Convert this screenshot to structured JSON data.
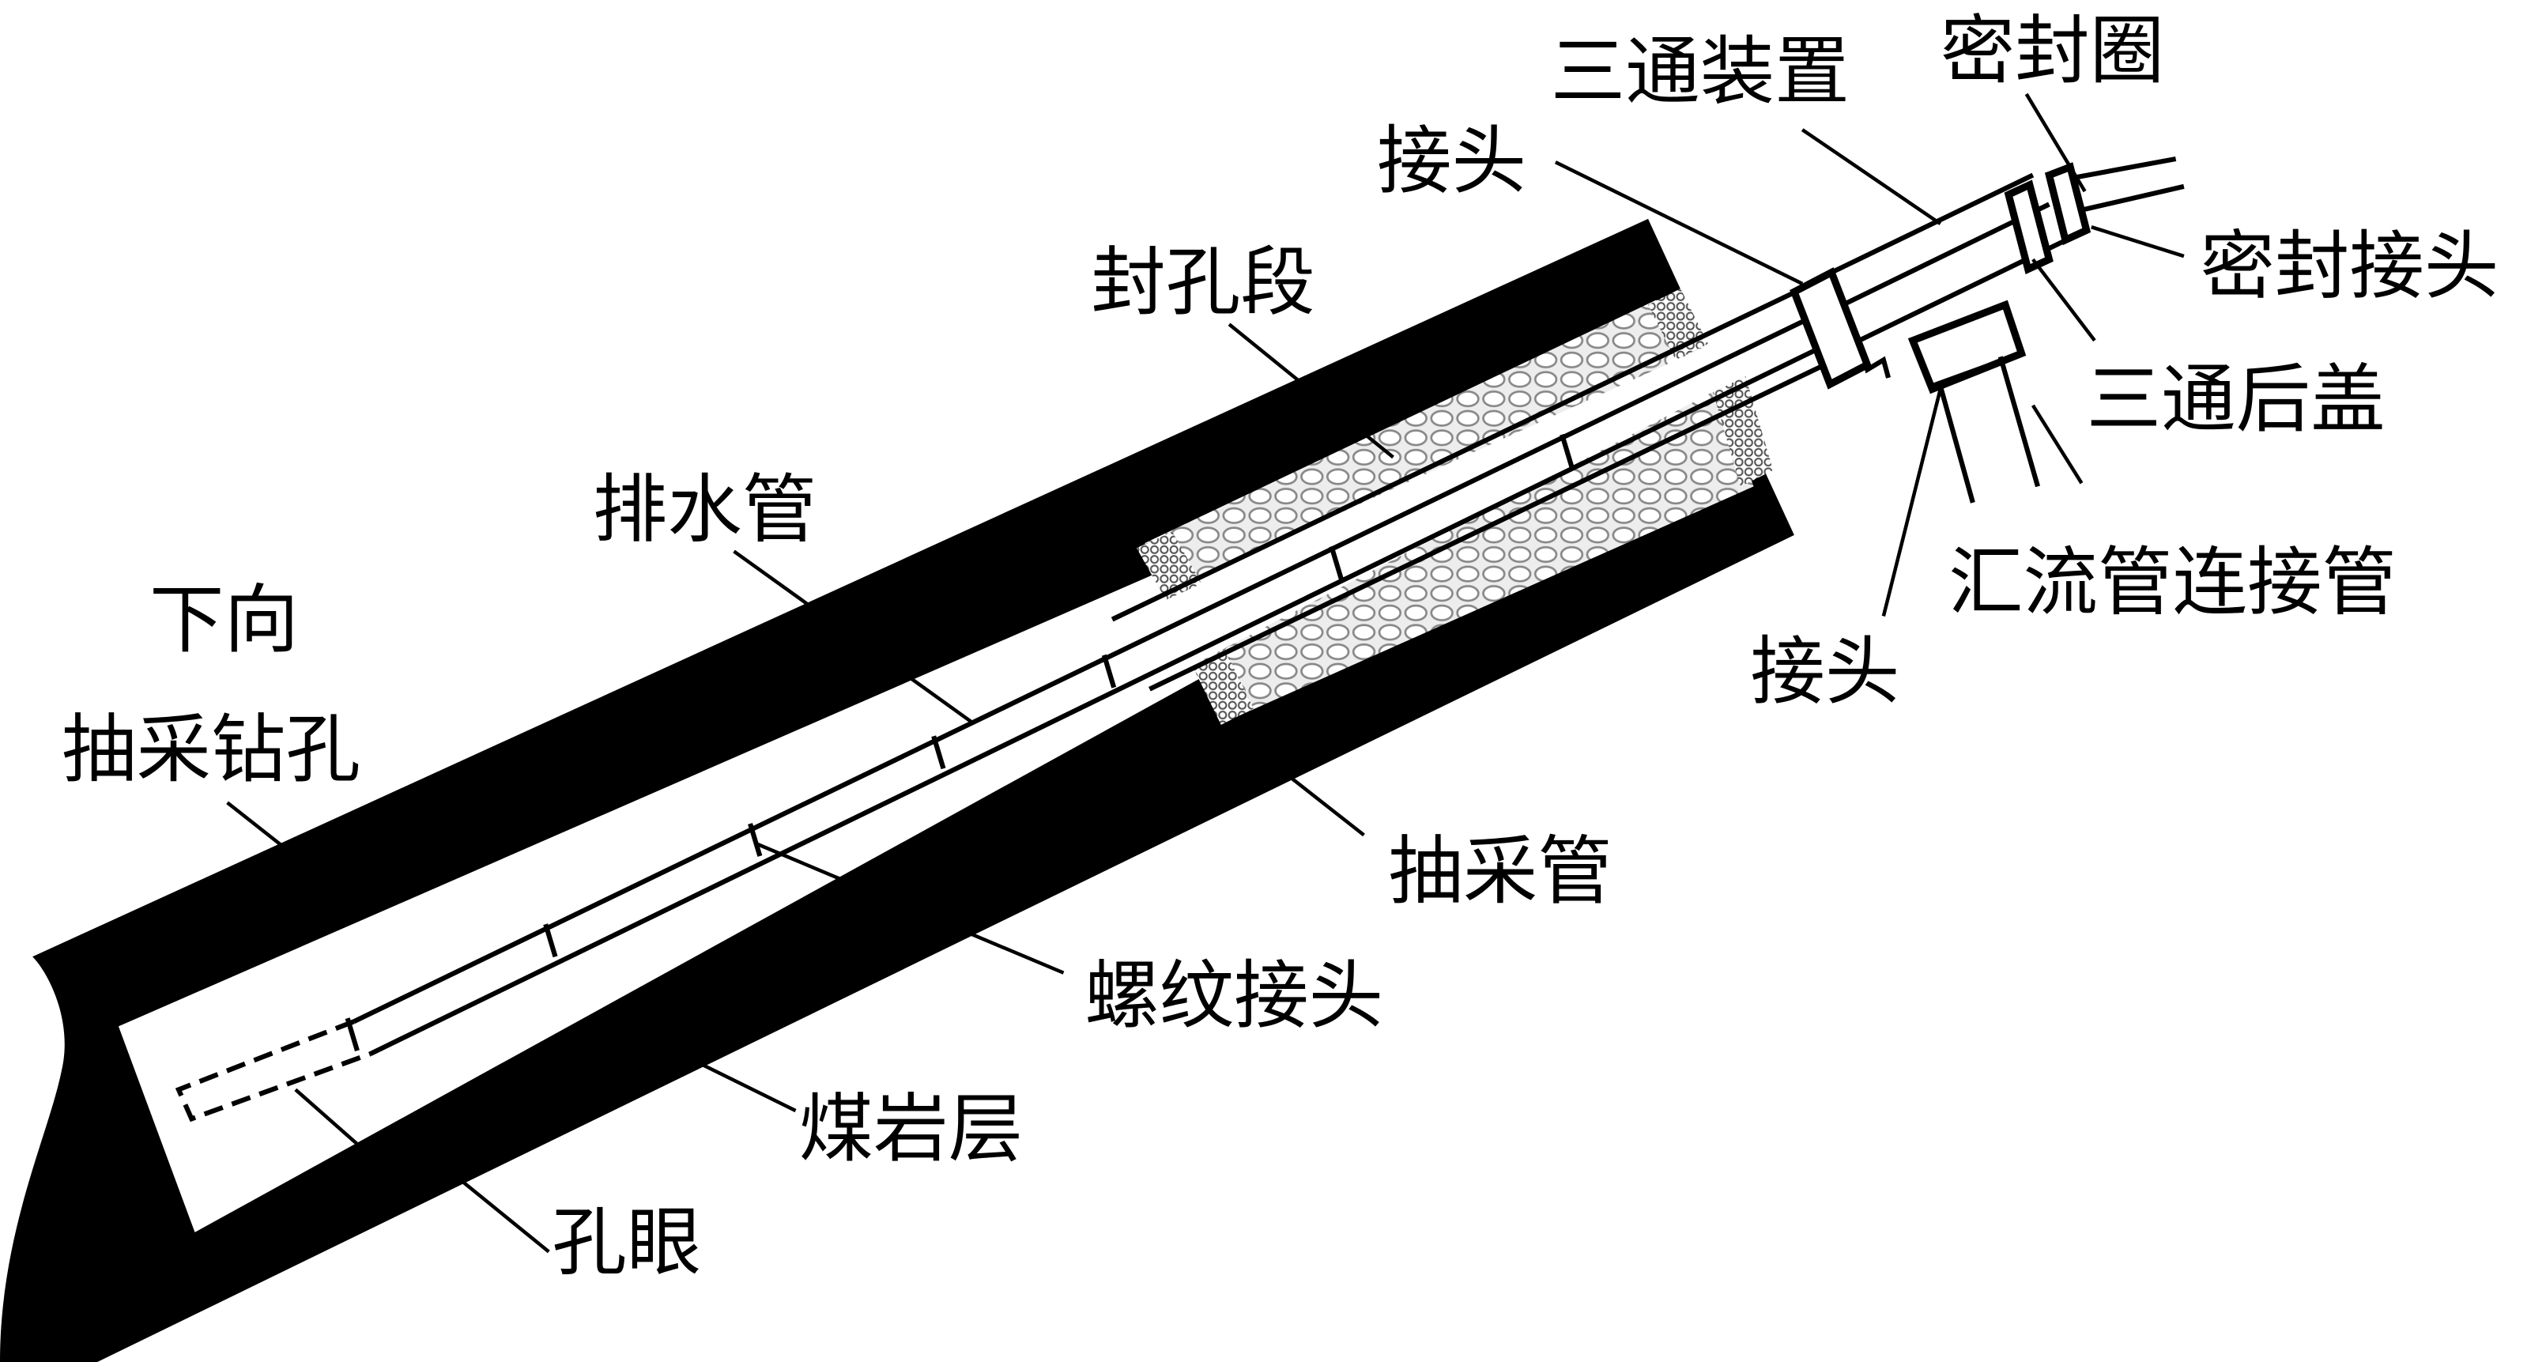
{
  "title": "下向抽采钻孔封孔结构示意图",
  "colors": {
    "rock": "#000000",
    "seal_fill": "#c8c8c8",
    "background": "#ffffff"
  },
  "labels": {
    "seal_ring": "密封圈",
    "tee_device": "三通装置",
    "joint_top": "接头",
    "sealing_section": "封孔段",
    "seal_joint": "密封接头",
    "tee_back_cover": "三通后盖",
    "manifold_connector": "汇流管连接管",
    "joint_bottom": "接头",
    "drain_pipe": "排水管",
    "borehole_line1": "下向",
    "borehole_line2": "抽采钻孔",
    "extraction_pipe": "抽采管",
    "threaded_joint": "螺纹接头",
    "coal_rock_layer": "煤岩层",
    "perforation": "孔眼"
  }
}
